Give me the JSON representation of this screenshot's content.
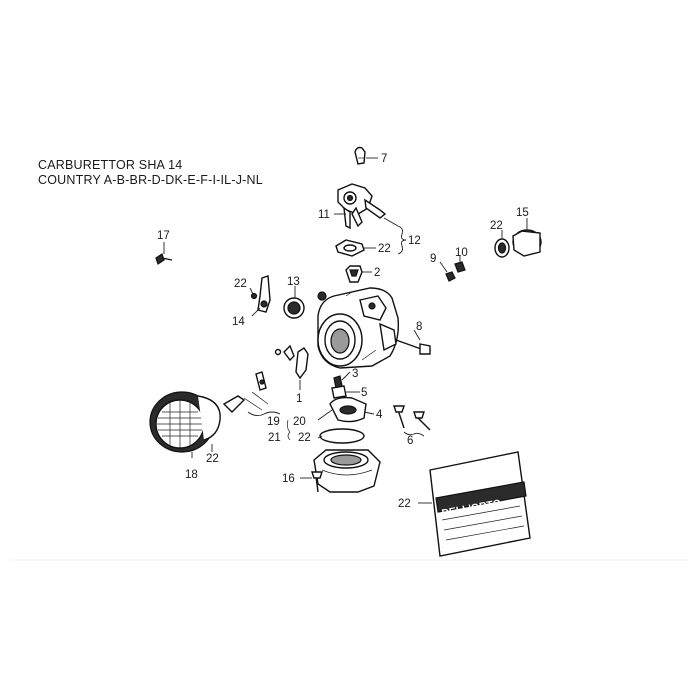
{
  "title": {
    "line1": "CARBURETTOR SHA 14",
    "line2": "COUNTRY A-B-BR-D-DK-E-F-I-IL-J-NL"
  },
  "callouts": {
    "c1": "1",
    "c2": "2",
    "c3": "3",
    "c4": "4",
    "c5": "5",
    "c6": "6",
    "c7": "7",
    "c8": "8",
    "c9": "9",
    "c10": "10",
    "c11": "11",
    "c12": "12",
    "c13": "13",
    "c14": "14",
    "c15": "15",
    "c16": "16",
    "c17": "17",
    "c18": "18",
    "c19": "19",
    "c20": "20",
    "c21": "21",
    "c22a": "22",
    "c22b": "22",
    "c22c": "22",
    "c22d": "22",
    "c22e": "22",
    "c22f": "22"
  },
  "label_card": {
    "brand": "DELL'ORTO"
  }
}
